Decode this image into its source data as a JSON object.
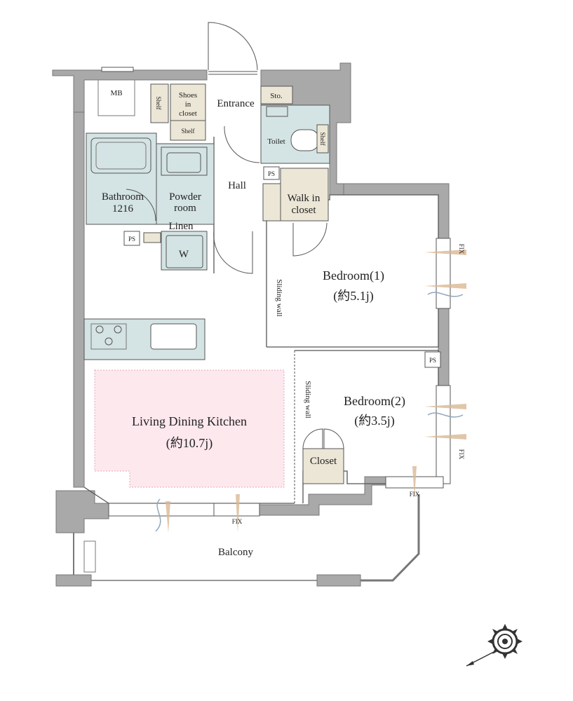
{
  "rooms": {
    "mb": "MB",
    "shelf_left": "Shelf",
    "shoes_closet_1": "Shoes",
    "shoes_closet_2": "in",
    "shoes_closet_3": "closet",
    "shelf_bottom": "Shelf",
    "entrance": "Entrance",
    "storage": "Sto.",
    "toilet": "Toilet",
    "toilet_shelf": "Shelf",
    "bathroom_1": "Bathroom",
    "bathroom_2": "1216",
    "powder_1": "Powder",
    "powder_2": "room",
    "linen": "Linen",
    "washer": "W",
    "hall": "Hall",
    "ps_hall": "PS",
    "ps_bath": "PS",
    "ps_bedroom2": "PS",
    "walk_in_1": "Walk in",
    "walk_in_2": "closet",
    "bedroom1": "Bedroom(1)",
    "bedroom1_size": "(約5.1j)",
    "sliding_wall_1": "Sliding wall",
    "sliding_wall_2": "Sliding wall",
    "bedroom2": "Bedroom(2)",
    "bedroom2_size": "(約3.5j)",
    "closet": "Closet",
    "ldk": "Living Dining Kitchen",
    "ldk_size": "(約10.7j)",
    "fix_right_top": "FIX",
    "fix_right_bottom": "FIX",
    "fix_corner": "FIX",
    "fix_bottom": "FIX",
    "balcony": "Balcony"
  },
  "colors": {
    "wall": "#a9a9a9",
    "wall_stroke": "#777777",
    "wet_area": "#d4e3e3",
    "storage": "#ece6d6",
    "ldk": "#fde8ee",
    "light_beam": "#d9b894",
    "breeze": "#8fa7bd"
  },
  "icons": [
    "compass-icon",
    "sunlight-icon",
    "breeze-icon"
  ]
}
